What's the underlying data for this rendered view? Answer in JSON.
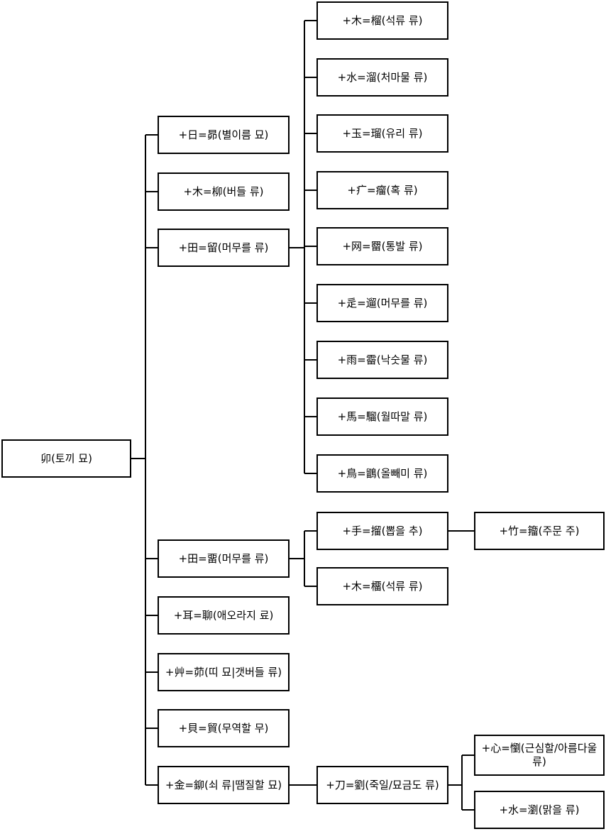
{
  "diagram": {
    "title": "Hanja derivation tree of 卯",
    "colors": {
      "line": "#000000",
      "box_border": "#000000",
      "box_fill": "#ffffff",
      "text": "#000000",
      "background": "#ffffff"
    },
    "tree": {
      "root": {
        "label": "卯(토끼 묘)"
      },
      "children": [
        {
          "label": "+日=昴(별이름 묘)"
        },
        {
          "label": "+木=柳(버들 류)"
        },
        {
          "label": "+田=留(머무를 류)",
          "children": [
            {
              "label": "+木=榴(석류 류)"
            },
            {
              "label": "+水=溜(처마물 류)"
            },
            {
              "label": "+玉=瑠(유리 류)"
            },
            {
              "label": "+疒=瘤(혹 류)"
            },
            {
              "label": "+网=罶(통발 류)"
            },
            {
              "label": "+辵=遛(머무를 류)"
            },
            {
              "label": "+雨=霤(낙숫물 류)"
            },
            {
              "label": "+馬=騮(월따말 류)"
            },
            {
              "label": "+鳥=鶹(올빼미 류)"
            }
          ]
        },
        {
          "label": "+田=畱(머무를 류)",
          "children": [
            {
              "label": "+手=㨨(뽑을 추)",
              "children": [
                {
                  "label": "+竹=籀(주문 주)"
                }
              ]
            },
            {
              "label": "+木=橊(석류 류)"
            }
          ]
        },
        {
          "label": "+耳=聊(애오라지 료)"
        },
        {
          "label": "+艸=茆(띠 묘|갯버들 류)"
        },
        {
          "label": "+貝=貿(무역할 무)"
        },
        {
          "label": "+金=鉚(쇠 류|땜질할 묘)",
          "children": [
            {
              "label": "+刀=劉(죽일/묘금도 류)",
              "children": [
                {
                  "label": "+心=懰(근심할/아름다울 류)"
                },
                {
                  "label": "+水=瀏(맑을 류)"
                }
              ]
            }
          ]
        }
      ]
    }
  }
}
